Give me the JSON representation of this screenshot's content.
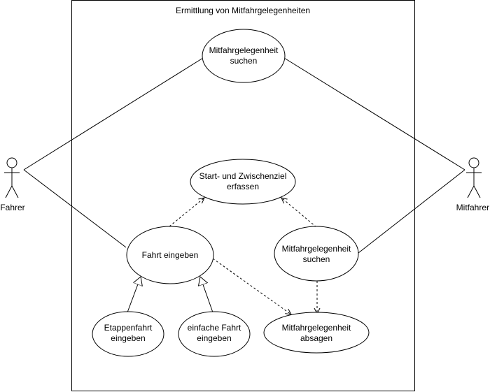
{
  "diagram": {
    "system_boundary": {
      "title": "Ermittlung von Mitfahrgelegenheiten"
    },
    "actors": {
      "fahrer": {
        "label": "Fahrer"
      },
      "mitfahrer": {
        "label": "Mitfahrer"
      }
    },
    "use_cases": {
      "search_top": {
        "line1": "Mitfahrgelegenheit",
        "line2": "suchen"
      },
      "start_ziel": {
        "line1": "Start- und Zwischenziel",
        "line2": "erfassen"
      },
      "fahrt_eingeben": {
        "line1": "Fahrt eingeben"
      },
      "search_mid": {
        "line1": "Mitfahrgelegenheit",
        "line2": "suchen"
      },
      "etappenfahrt": {
        "line1": "Etappenfahrt",
        "line2": "eingeben"
      },
      "einfache_fahrt": {
        "line1": "einfache Fahrt",
        "line2": "eingeben"
      },
      "absagen": {
        "line1": "Mitfahrgelegenheit",
        "line2": "absagen"
      }
    },
    "style": {
      "line_color": "#000000",
      "fill_color": "#ffffff"
    },
    "relationships": [
      {
        "type": "association",
        "from": "Fahrer",
        "to": "Mitfahrgelegenheit suchen"
      },
      {
        "type": "association",
        "from": "Fahrer",
        "to": "Fahrt eingeben"
      },
      {
        "type": "association",
        "from": "Mitfahrer",
        "to": "Mitfahrgelegenheit suchen"
      },
      {
        "type": "association",
        "from": "Mitfahrer",
        "to": "Mitfahrgelegenheit suchen"
      },
      {
        "type": "dependency",
        "from": "Fahrt eingeben",
        "to": "Start- und Zwischenziel erfassen"
      },
      {
        "type": "dependency",
        "from": "Mitfahrgelegenheit suchen",
        "to": "Start- und Zwischenziel erfassen"
      },
      {
        "type": "dependency",
        "from": "Fahrt eingeben",
        "to": "Mitfahrgelegenheit absagen"
      },
      {
        "type": "dependency",
        "from": "Mitfahrgelegenheit suchen",
        "to": "Mitfahrgelegenheit absagen"
      },
      {
        "type": "generalization",
        "from": "Etappenfahrt eingeben",
        "to": "Fahrt eingeben"
      },
      {
        "type": "generalization",
        "from": "einfache Fahrt eingeben",
        "to": "Fahrt eingeben"
      }
    ]
  }
}
